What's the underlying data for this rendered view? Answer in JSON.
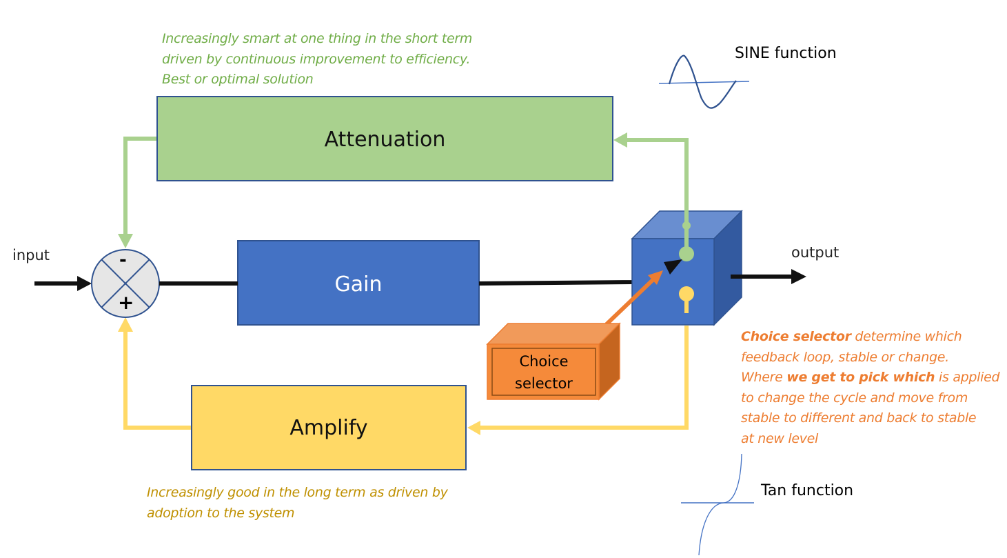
{
  "diagram": {
    "title": "Feedback loop with choice selector",
    "blocks": {
      "attenuation": "Attenuation",
      "gain": "Gain",
      "amplify": "Amplify",
      "choice_selector_line1": "Choice",
      "choice_selector_line2": "selector"
    },
    "summing_junction": {
      "top_sign": "-",
      "bottom_sign": "+"
    },
    "io": {
      "input": "input",
      "output": "output"
    },
    "legends": {
      "sine": "SINE function",
      "tan": "Tan function"
    },
    "notes": {
      "attenuation": [
        "Increasingly smart at one thing in the short term",
        "driven by continuous improvement to efficiency.",
        "Best or optimal solution"
      ],
      "amplify": [
        "Increasingly good in the long term as driven by",
        "adoption to the system"
      ],
      "choice": {
        "l1_bold": "Choice selector",
        "l1_rest": " determine which",
        "l2": "feedback loop, stable or change.",
        "l3_pre": "Where ",
        "l3_bold": "we get to pick which",
        "l3_post": " is applied",
        "l4": "to change the cycle and move from",
        "l5": "stable to different and back to stable",
        "l6": "at new level"
      }
    },
    "colors": {
      "attenuation_fill": "#a9d18e",
      "gain_fill": "#4472c4",
      "amplify_fill": "#ffd966",
      "choice_fill": "#f58a3a",
      "green_line": "#a9d18e",
      "yellow_line": "#ffd966",
      "orange_arrow": "#ed7d31",
      "border": "#2f528f"
    }
  }
}
